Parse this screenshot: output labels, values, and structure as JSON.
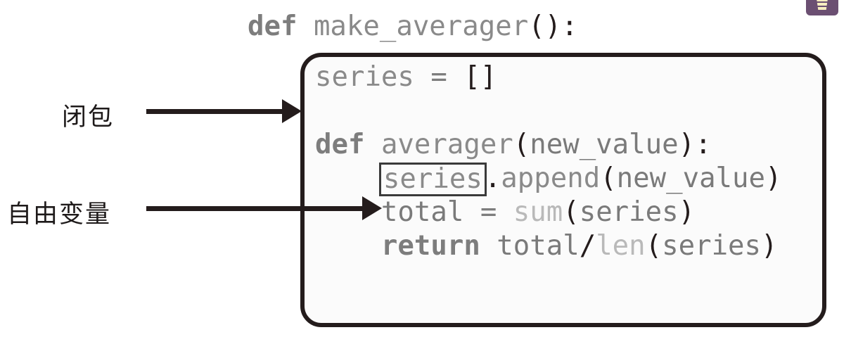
{
  "figure": {
    "title_line": {
      "tokens": [
        {
          "t": "def",
          "c": "kw"
        },
        {
          "t": " ",
          "c": "plain"
        },
        {
          "t": "make_averager",
          "c": "name"
        },
        {
          "t": "():",
          "c": "punc"
        }
      ],
      "text": "def make_averager():"
    },
    "closure_box": {
      "lines": [
        {
          "id": "line-series-init",
          "tokens": [
            {
              "t": "series",
              "c": "name"
            },
            {
              "t": " ",
              "c": "plain"
            },
            {
              "t": "=",
              "c": "op"
            },
            {
              "t": " ",
              "c": "plain"
            },
            {
              "t": "[]",
              "c": "punc"
            }
          ],
          "text": "series = []"
        },
        {
          "id": "line-blank",
          "tokens": [],
          "text": ""
        },
        {
          "id": "line-def-averager",
          "tokens": [
            {
              "t": "def",
              "c": "kw"
            },
            {
              "t": " ",
              "c": "plain"
            },
            {
              "t": "averager",
              "c": "name"
            },
            {
              "t": "(",
              "c": "punc"
            },
            {
              "t": "new_value",
              "c": "var"
            },
            {
              "t": "):",
              "c": "punc"
            }
          ],
          "text": "def averager(new_value):"
        },
        {
          "id": "line-append",
          "tokens": [
            {
              "t": "    ",
              "c": "plain"
            },
            {
              "t": "series",
              "c": "name",
              "boxed": true
            },
            {
              "t": ".",
              "c": "punc"
            },
            {
              "t": "append",
              "c": "name"
            },
            {
              "t": "(",
              "c": "punc"
            },
            {
              "t": "new_value",
              "c": "var"
            },
            {
              "t": ")",
              "c": "punc"
            }
          ],
          "text": "    series.append(new_value)"
        },
        {
          "id": "line-total",
          "tokens": [
            {
              "t": "    ",
              "c": "plain"
            },
            {
              "t": "total",
              "c": "var"
            },
            {
              "t": " ",
              "c": "plain"
            },
            {
              "t": "=",
              "c": "op"
            },
            {
              "t": " ",
              "c": "plain"
            },
            {
              "t": "sum",
              "c": "builtin"
            },
            {
              "t": "(",
              "c": "punc"
            },
            {
              "t": "series",
              "c": "var"
            },
            {
              "t": ")",
              "c": "punc"
            }
          ],
          "text": "    total = sum(series)"
        },
        {
          "id": "line-return",
          "tokens": [
            {
              "t": "    ",
              "c": "plain"
            },
            {
              "t": "return",
              "c": "kw"
            },
            {
              "t": " ",
              "c": "plain"
            },
            {
              "t": "total",
              "c": "var"
            },
            {
              "t": "/",
              "c": "punc"
            },
            {
              "t": "len",
              "c": "builtin"
            },
            {
              "t": "(",
              "c": "punc"
            },
            {
              "t": "series",
              "c": "var"
            },
            {
              "t": ")",
              "c": "punc"
            }
          ],
          "text": "    return total/len(series)"
        }
      ]
    },
    "annotations": [
      {
        "id": "closure",
        "label": "闭包",
        "points_to": "closure-box"
      },
      {
        "id": "free-variable",
        "label": "自由变量",
        "points_to": "boxed-series-token"
      }
    ],
    "badge": {
      "icon": "bookmark-icon",
      "color": "#6b4f72",
      "glyph_color": "#f7edc0"
    }
  },
  "colors": {
    "keyword": "#7d7d7d",
    "identifier": "#8a8a8a",
    "punctuation": "#241c1c",
    "builtin": "#b9b9b9",
    "box_border": "#241c1c",
    "box_fill": "#fbfbfb",
    "arrow": "#241c1c",
    "label_text": "#1e1a1a",
    "badge": "#6b4f72"
  }
}
